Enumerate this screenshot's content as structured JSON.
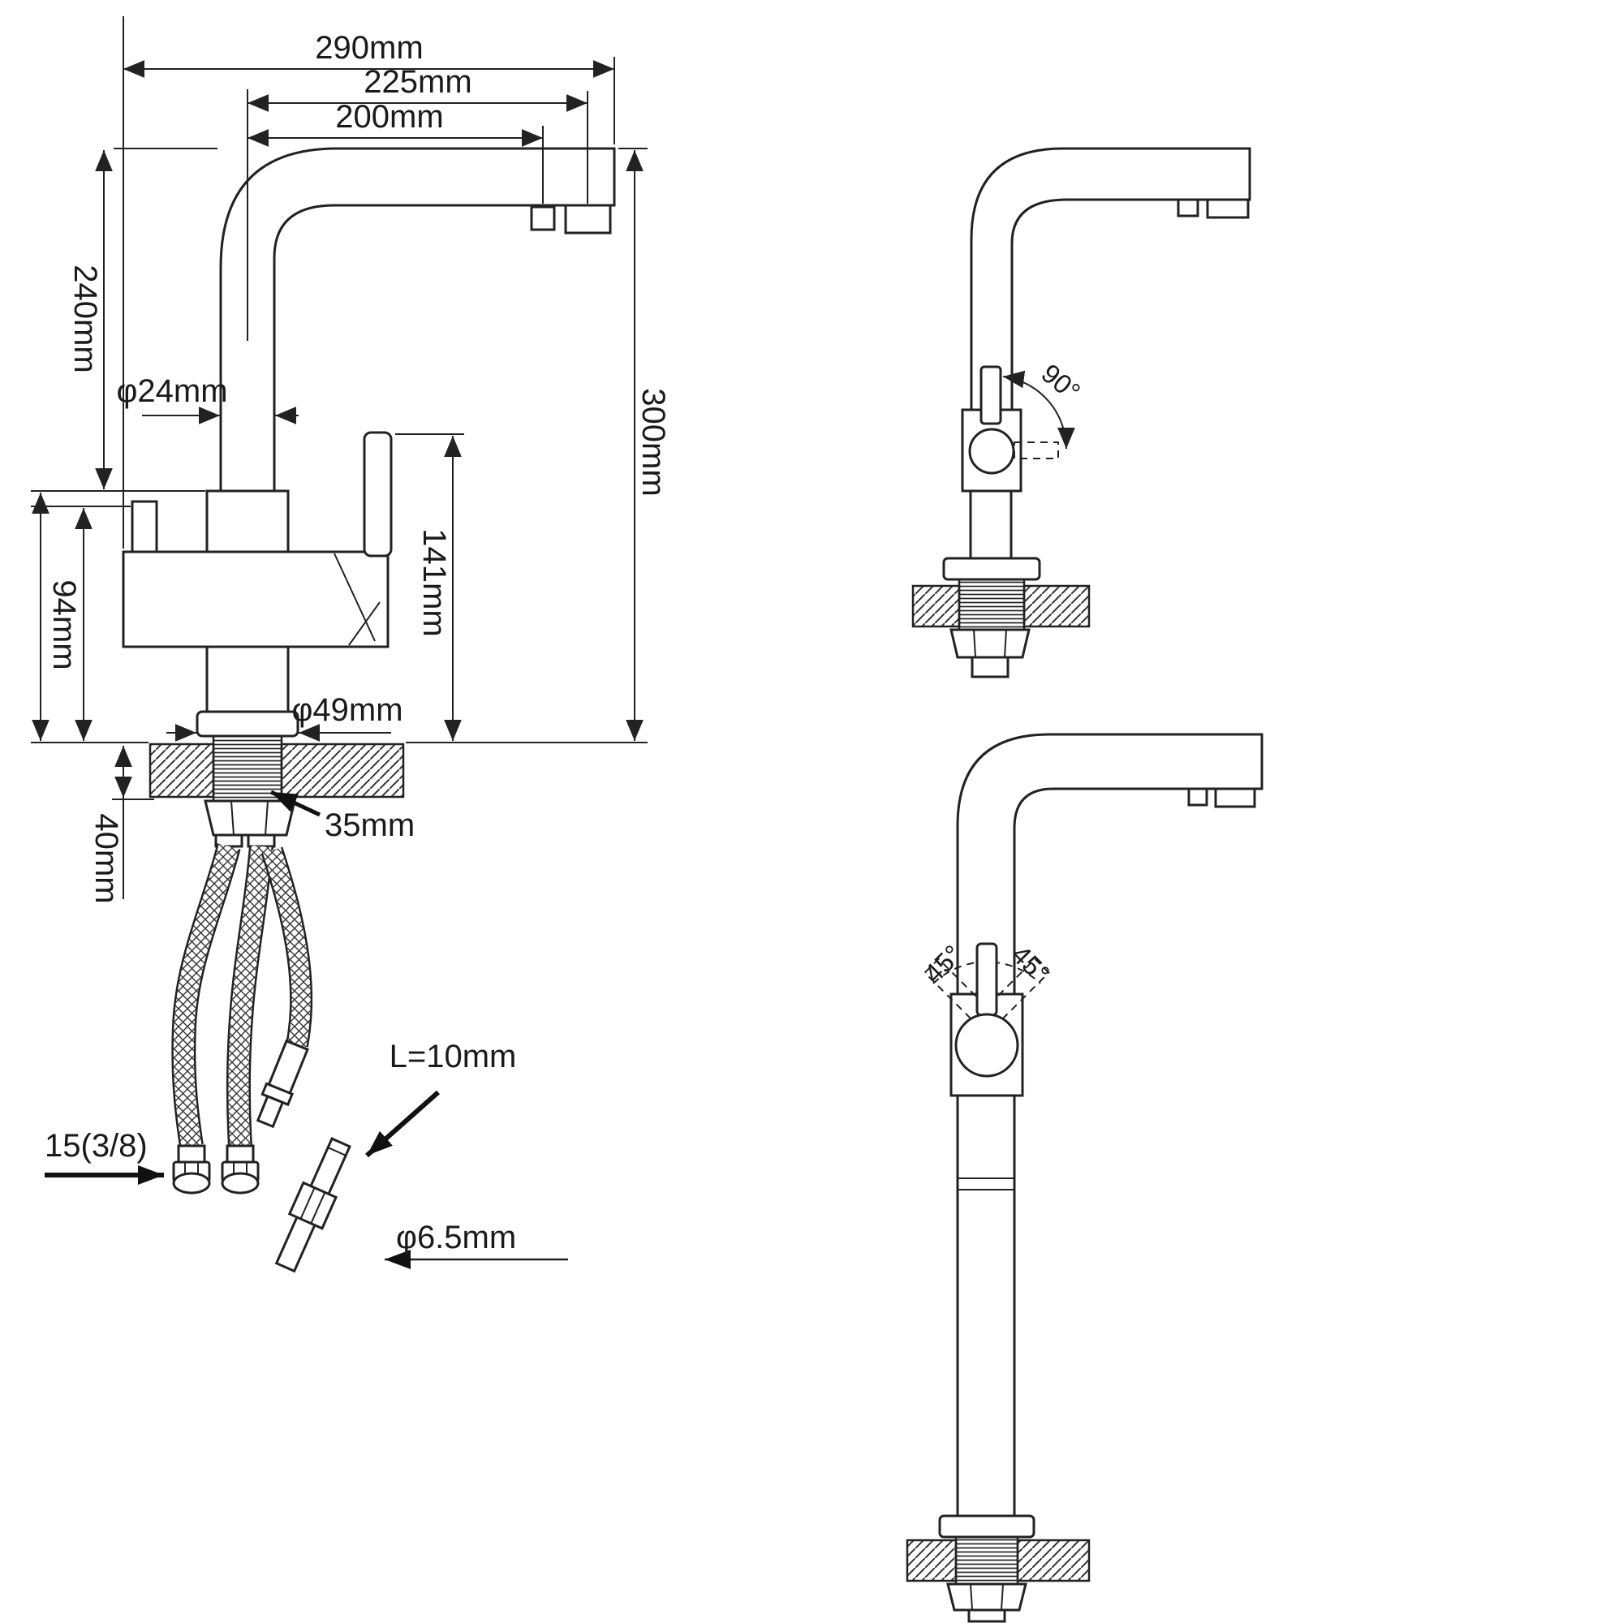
{
  "drawing": {
    "labels": {
      "width_290": "290mm",
      "reach_225": "225mm",
      "reach_200": "200mm",
      "height_240": "240mm",
      "dia_24": "φ24mm",
      "body_94": "94mm",
      "handle_141": "141mm",
      "height_300": "300mm",
      "dia_49": "φ49mm",
      "mount_35": "35mm",
      "counter_40": "40mm",
      "tube_L10": "L=10mm",
      "thread_15": "15(3/8)",
      "dia_65": "φ6.5mm",
      "rot_90": "90°",
      "tilt_left_45": "45°",
      "tilt_right_45": "45°"
    }
  }
}
